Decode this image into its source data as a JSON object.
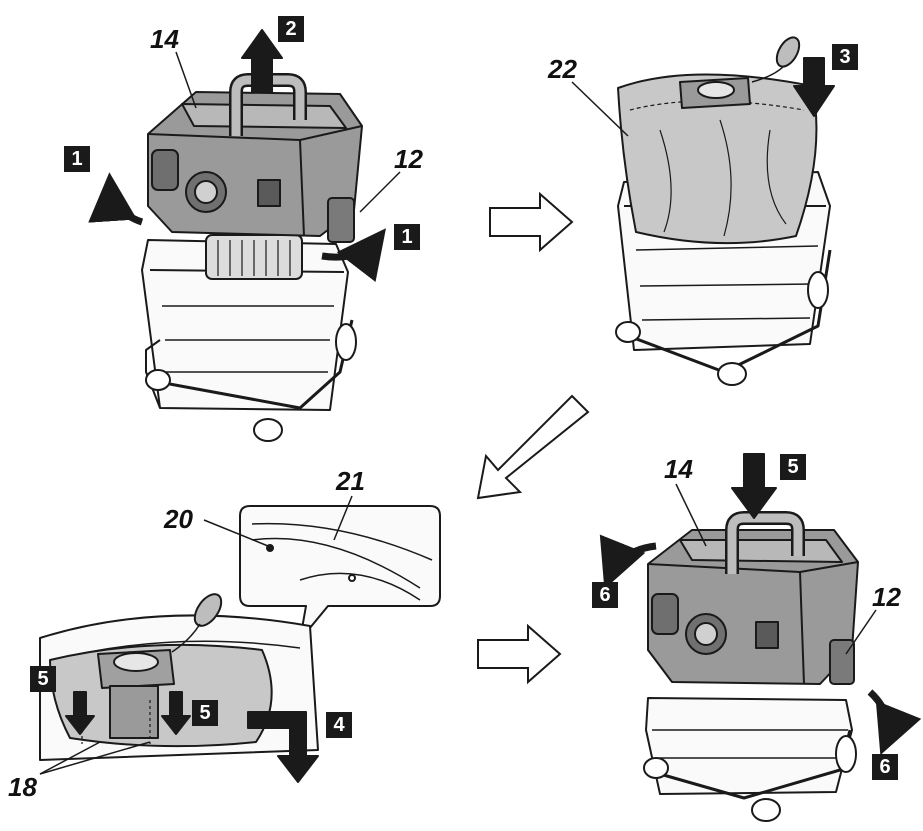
{
  "callouts": {
    "c14_top": "14",
    "c12_top": "12",
    "c22": "22",
    "c21": "21",
    "c20": "20",
    "c18": "18",
    "c14_bottom": "14",
    "c12_bottom": "12"
  },
  "steps": {
    "s1_left": "1",
    "s2": "2",
    "s1_right": "1",
    "s3": "3",
    "s5_top": "5",
    "s6_left": "6",
    "s6_right": "6",
    "s5_left": "5",
    "s5_mid": "5",
    "s4": "4"
  },
  "colors": {
    "line": "#1a1a1a",
    "bag_fill": "#c8c8c8",
    "housing_fill": "#8c8c8c",
    "panel_fill": "#f2f2f2"
  }
}
